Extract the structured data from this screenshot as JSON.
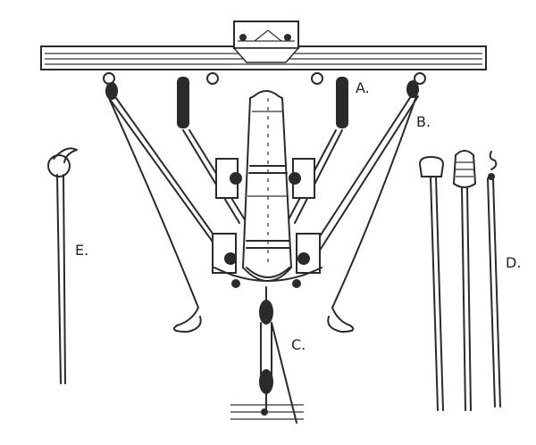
{
  "labels": {
    "a": "A.",
    "b": "B.",
    "c": "C.",
    "d": "D.",
    "e": "E."
  },
  "colors": {
    "ink": "#2a2a2a",
    "paper": "#ffffff"
  }
}
